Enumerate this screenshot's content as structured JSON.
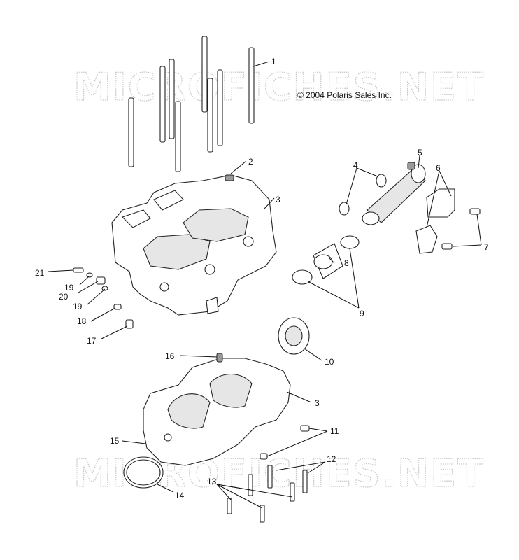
{
  "copyright": "© 2004 Polaris Sales Inc.",
  "watermark": "MICROFICHES.NET",
  "callouts": [
    "1",
    "2",
    "3",
    "4",
    "5",
    "6",
    "7",
    "8",
    "9",
    "10",
    "3",
    "11",
    "12",
    "13",
    "14",
    "15",
    "16",
    "17",
    "18",
    "19",
    "19",
    "20",
    "21"
  ]
}
